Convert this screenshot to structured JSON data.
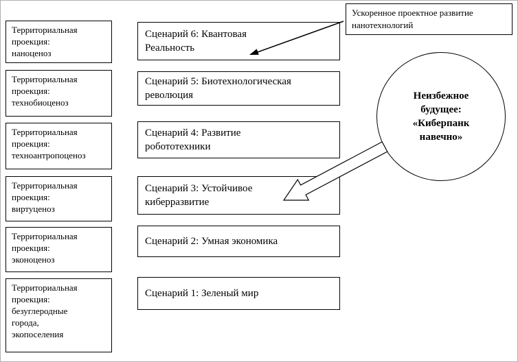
{
  "projections": [
    {
      "text": "Территориальная\nпроекция:\nнаноценоз"
    },
    {
      "text": "Территориальная\nпроекция:\nтехнобиоценоз"
    },
    {
      "text": "Территориальная\nпроекция:\nтехноантропоценоз"
    },
    {
      "text": "Территориальная\nпроекция:\nвиртуценоз"
    },
    {
      "text": "Территориальная\nпроекция:\nэконоценоз"
    },
    {
      "text": "Территориальная\nпроекция:\nбезуглеродные\nгорода,\nэкопоселения"
    }
  ],
  "scenarios": [
    {
      "text": "Сценарий 6: Квантовая\nРеальность"
    },
    {
      "text": "Сценарий 5: Биотехнологическая\nреволюция"
    },
    {
      "text": "Сценарий 4: Развитие\nробототехники"
    },
    {
      "text": "Сценарий 3: Устойчивое\nкиберразвитие"
    },
    {
      "text": "Сценарий 2: Умная экономика"
    },
    {
      "text": "Сценарий 1: Зеленый мир"
    }
  ],
  "callout": {
    "text": "Ускоренное проектное развитие\nнанотехнологий"
  },
  "future_circle": {
    "text": "Неизбежное\nбудущее:\n«Киберпанк\nнавечно»"
  },
  "colors": {
    "border": "#000000",
    "background": "#ffffff",
    "text": "#000000"
  }
}
